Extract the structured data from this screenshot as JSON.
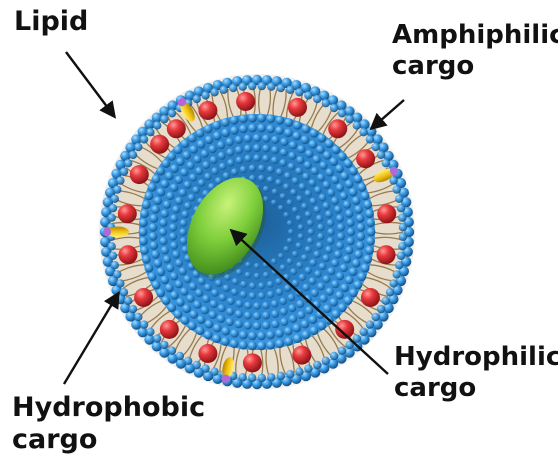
{
  "labels": {
    "lipid": "Lipid",
    "amphiphilic_line1": "Amphiphilic",
    "amphiphilic_line2": "cargo",
    "hydrophilic_line1": "Hydrophilic",
    "hydrophilic_line2": "cargo",
    "hydrophobic_line1": "Hydrophobic",
    "hydrophobic_line2": "cargo"
  },
  "colors": {
    "lipid_head": "#2f8fd6",
    "lipid_head_dark": "#17609e",
    "lipid_tail": "#8a6a3a",
    "core_water": "#2c7fc9",
    "hydrophobic_cargo": "#e0383c",
    "amphiphilic_cargo_body": "#f2c318",
    "amphiphilic_cargo_tip": "#b06ad8",
    "hydrophilic_cargo": "#7ccc3c",
    "arrow": "#111111"
  }
}
